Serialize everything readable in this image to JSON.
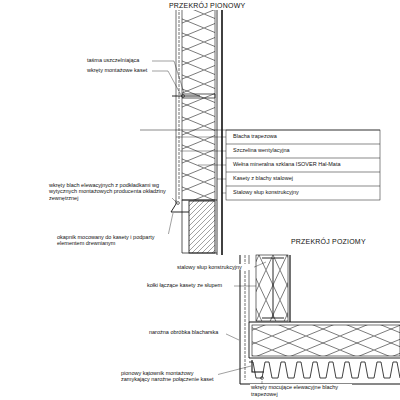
{
  "diagram": {
    "labels": [
      "PRZEKRÓJ PIONOWY",
      "taśma uszczelniająca",
      "wkręty montażowe kaset",
      "Blacha trapezowa",
      "Szczelina wentylacyjna",
      "Wełna mineralna szklana ISOVER Hal-Mata",
      "Kasety z blachy stalowej",
      "Stalowy słup konstrukcyjny",
      "wkręty blach elewacyjnych z podkładkami wg wytycznych montażowych producenta okładziny zewnętrznej",
      "okapnik mocowany do kasety i podparty elementem drewnianym",
      "PRZEKRÓJ POZIOMY",
      "stalowy słup konstrukcyjny",
      "kołki łączące kasety ze słupem",
      "narożna obróbka blacharska",
      "pionowy kątownik montażowy zamykający narożne połączenie kaset",
      "wkręty mocujące elewacyjne blachy trapezowej"
    ]
  }
}
